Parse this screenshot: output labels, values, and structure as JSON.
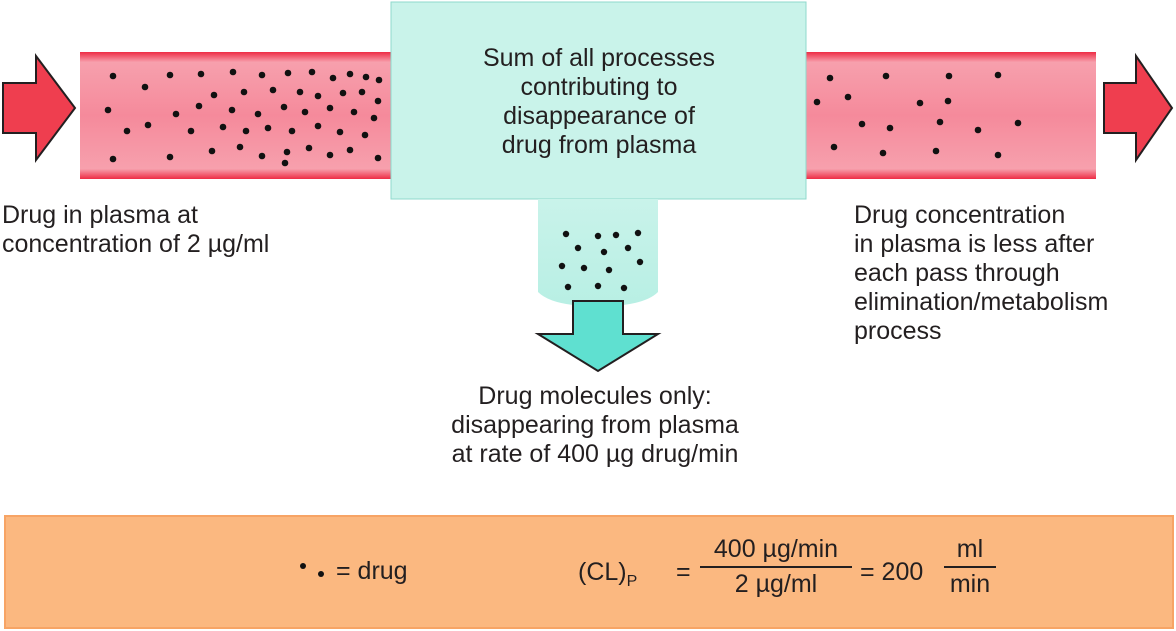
{
  "center_box": {
    "lines": [
      "Sum of all processes",
      "contributing to",
      "disappearance of",
      "drug from plasma"
    ]
  },
  "left_caption": {
    "lines": [
      "Drug in plasma at",
      "concentration of 2 µg/ml"
    ]
  },
  "right_caption": {
    "lines": [
      "Drug concentration",
      "in plasma is less after",
      "each pass through",
      "elimination/metabolism",
      "process"
    ]
  },
  "bottom_caption": {
    "lines": [
      "Drug molecules only:",
      "disappearing from plasma",
      "at rate of 400 µg drug/min"
    ]
  },
  "legend": {
    "key_label": "= drug",
    "formula": {
      "lhs": "(CL)",
      "lhs_subscript": "P",
      "equals": "=",
      "numerator": "400 µg/min",
      "denominator": "2 µg/ml",
      "result_prefix": "= 200",
      "unit_numerator": "ml",
      "unit_denominator": "min"
    }
  },
  "colors": {
    "vessel": "#f48a9c",
    "vessel_edge": "#ed1c3a",
    "arrow_red": "#ef3e4f",
    "box": "#c9f3ea",
    "down_arrow": "#5fe0d0",
    "legend_bg": "#fbb880",
    "dot": "#111111"
  }
}
